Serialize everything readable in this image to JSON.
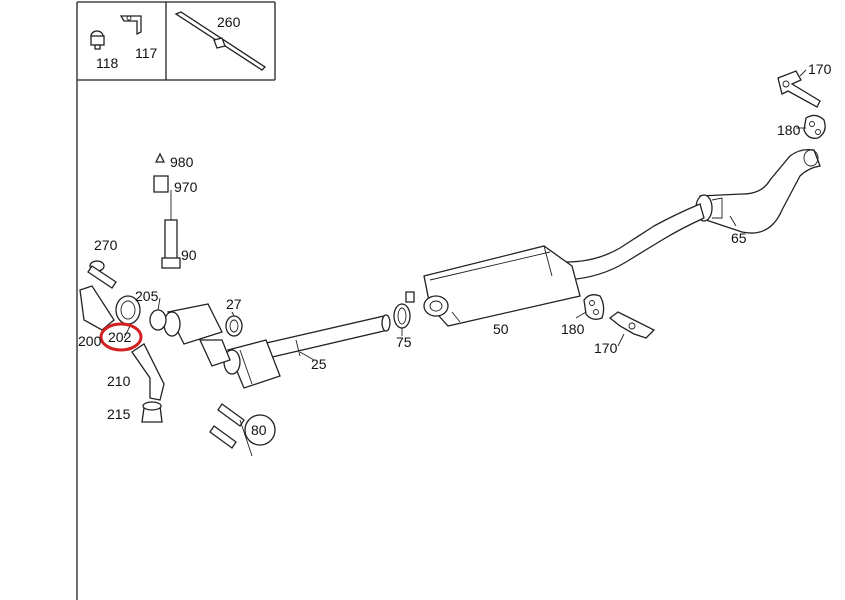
{
  "labels": {
    "p118": "118",
    "p117": "117",
    "p260": "260",
    "p170a": "170",
    "p180a": "180",
    "p980": "980",
    "p970": "970",
    "p90": "90",
    "p65": "65",
    "p270": "270",
    "p205": "205",
    "p27": "27",
    "p200": "200",
    "p202": "202",
    "p25": "25",
    "p75": "75",
    "p50": "50",
    "p180b": "180",
    "p170b": "170",
    "p210": "210",
    "p215": "215",
    "p80": "80"
  },
  "highlight": {
    "part": "202",
    "color": "#d42020"
  }
}
